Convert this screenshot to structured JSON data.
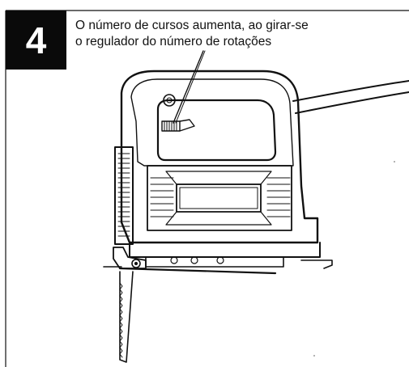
{
  "step": {
    "number": "4"
  },
  "caption": {
    "line1": "O número de cursos aumenta, ao girar-se",
    "line2": "o regulador do número de rotações"
  },
  "colors": {
    "ink": "#111111",
    "badge_bg": "#0a0a0a",
    "badge_text": "#ffffff",
    "paper": "#ffffff"
  },
  "icons": {
    "illustration": "jigsaw-illustration",
    "dial": "speed-dial-icon"
  }
}
